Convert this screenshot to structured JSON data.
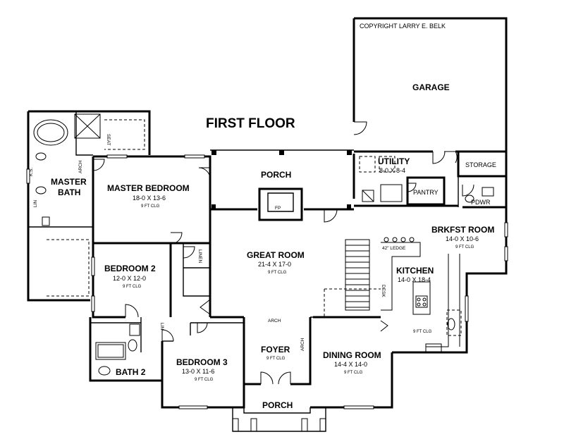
{
  "title": "FIRST FLOOR",
  "copyright": "COPYRIGHT LARRY E. BELK",
  "rooms": {
    "garage": {
      "name": "GARAGE"
    },
    "utility": {
      "name": "UTILITY",
      "dims": "8-0 X 8-4"
    },
    "storage": {
      "name": "STORAGE"
    },
    "pantry": {
      "name": "PANTRY"
    },
    "pdwr": {
      "name": "PDWR"
    },
    "porch_rear": {
      "name": "PORCH"
    },
    "fp": {
      "name": "FP"
    },
    "master_bedroom": {
      "name": "MASTER BEDROOM",
      "dims": "18-0 X 13-6",
      "ceiling": "9 FT CLG"
    },
    "master_bath": {
      "name_line1": "MASTER",
      "name_line2": "BATH"
    },
    "brkfst_room": {
      "name": "BRKFST ROOM",
      "dims": "14-0 X 10-6",
      "ceiling": "9 FT CLG"
    },
    "great_room": {
      "name": "GREAT ROOM",
      "dims": "21-4 X 17-0",
      "ceiling": "9 FT CLG"
    },
    "kitchen": {
      "name": "KITCHEN",
      "dims": "14-0 X 18-4",
      "ceiling": "9 FT CLG"
    },
    "bedroom2": {
      "name": "BEDROOM 2",
      "dims": "12-0 X 12-0",
      "ceiling": "9 FT CLG"
    },
    "bath2": {
      "name": "BATH 2"
    },
    "bedroom3": {
      "name": "BEDROOM 3",
      "dims": "13-0 X 11-6",
      "ceiling": "9 FT CLG"
    },
    "foyer": {
      "name": "FOYER",
      "ceiling": "9 FT CLG"
    },
    "dining_room": {
      "name": "DINING ROOM",
      "dims": "14-4 X 14-0",
      "ceiling": "9 FT CLG"
    },
    "porch_front": {
      "name": "PORCH"
    }
  },
  "labels": {
    "seat": "SEAT",
    "ks": "K.S.",
    "lin": "LIN",
    "linen": "LINEN",
    "arch": "ARCH",
    "ledge": "42\" LEDGE",
    "desk": "DESK"
  }
}
